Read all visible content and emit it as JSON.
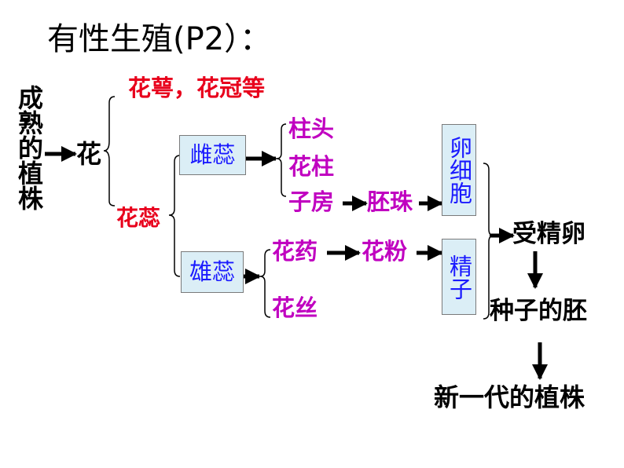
{
  "title": "有性生殖(P2）：",
  "nodes": {
    "plant": "成熟的植株",
    "flower": "花",
    "sepal_petal": "花萼，花冠等",
    "stamen_pistil": "花蕊",
    "pistil": "雌蕊",
    "stamen": "雄蕊",
    "stigma": "柱头",
    "style": "花柱",
    "ovary": "子房",
    "ovule": "胚珠",
    "egg": "卵细胞",
    "anther": "花药",
    "pollen": "花粉",
    "filament": "花丝",
    "sperm": "精子",
    "zygote": "受精卵",
    "embryo": "种子的胚",
    "new_plant": "新一代的植株"
  },
  "colors": {
    "red": "#e8001c",
    "magenta": "#c000c0",
    "blue": "#1a1aff",
    "black": "#000000",
    "box_fill": "#dbeef6"
  }
}
